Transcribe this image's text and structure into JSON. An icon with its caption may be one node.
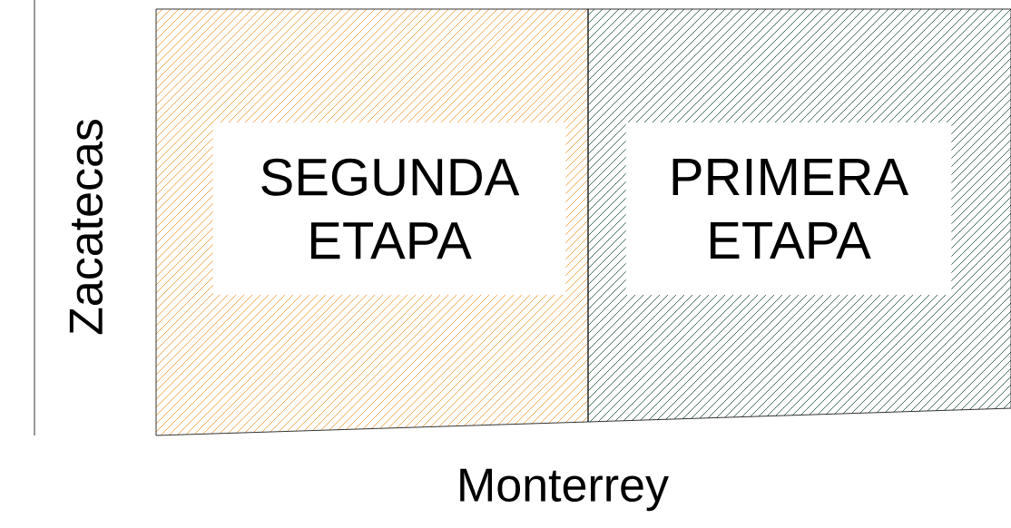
{
  "diagram": {
    "nodes": [
      {
        "text": [
          "SEGUNDA ETAPA"
        ]
      },
      {
        "text": [
          "PRIMERA ETAPA"
        ]
      }
    ],
    "labels": [
      "Zacatecas",
      "Monterrey"
    ]
  }
}
